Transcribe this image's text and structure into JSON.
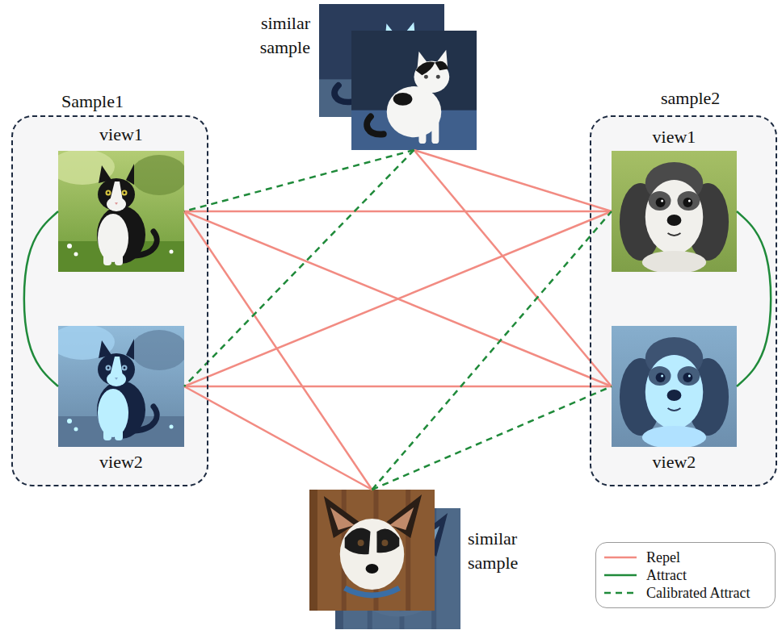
{
  "diagram": {
    "nodes": [
      {
        "text": [
          "Sample1"
        ]
      },
      {
        "text": [
          "view1"
        ],
        "in": 0
      },
      {
        "text": [
          "view2"
        ],
        "in": 0
      },
      {
        "text": [
          "sample2"
        ]
      },
      {
        "text": [
          "view1"
        ],
        "in": 3
      },
      {
        "text": [
          "view2"
        ],
        "in": 3
      },
      {
        "text": [
          "similar sample"
        ]
      },
      {
        "text": [
          "similar sample"
        ]
      }
    ],
    "edges": [
      {
        "from": 1,
        "to": 2,
        "arrow": "none"
      },
      {
        "from": 4,
        "to": 5,
        "arrow": "none"
      },
      {
        "from": 1,
        "to": 4,
        "arrow": "none"
      },
      {
        "from": 1,
        "to": 5,
        "arrow": "none"
      },
      {
        "from": 2,
        "to": 4,
        "arrow": "none"
      },
      {
        "from": 2,
        "to": 5,
        "arrow": "none"
      },
      {
        "from": 6,
        "to": 4,
        "arrow": "none"
      },
      {
        "from": 6,
        "to": 5,
        "arrow": "none"
      },
      {
        "from": 7,
        "to": 1,
        "arrow": "none"
      },
      {
        "from": 7,
        "to": 2,
        "arrow": "none"
      },
      {
        "from": 6,
        "to": 1,
        "arrow": "none"
      },
      {
        "from": 6,
        "to": 2,
        "arrow": "none"
      },
      {
        "from": 7,
        "to": 4,
        "arrow": "none"
      },
      {
        "from": 7,
        "to": 5,
        "arrow": "none"
      }
    ],
    "legend": [
      {
        "text": "Repel"
      },
      {
        "text": "Attract"
      },
      {
        "text": "Calibrated Attract"
      }
    ]
  }
}
